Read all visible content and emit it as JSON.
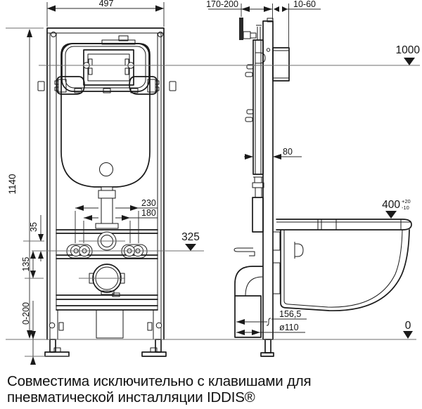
{
  "colors": {
    "background": "#ffffff",
    "line": "#1a1a1a",
    "level_line": "#6e6e6e",
    "text": "#111111"
  },
  "dimensions": {
    "front": {
      "frame_width": "497",
      "frame_height": "1140",
      "bolt_spacing_outer": "230",
      "bolt_spacing_inner": "180",
      "flush_to_bolts": "35",
      "bolts_to_drain": "135",
      "bolt_axis_height": "325",
      "leg_adjustment": "0-200"
    },
    "side": {
      "install_depth": "170-200",
      "finish_thickness": "10-60",
      "panel_axis_height": "1000",
      "frame_depth": "80",
      "bowl_top_height": "400",
      "bowl_top_tol_plus": "+20",
      "bowl_top_tol_minus": "-10",
      "drain_offset": "156,5",
      "drain_diameter": "ø110",
      "floor_level": "0"
    }
  },
  "caption": {
    "line1": "Совместима исключительно с клавишами для",
    "line2": "пневматической инсталляции IDDIS®"
  }
}
